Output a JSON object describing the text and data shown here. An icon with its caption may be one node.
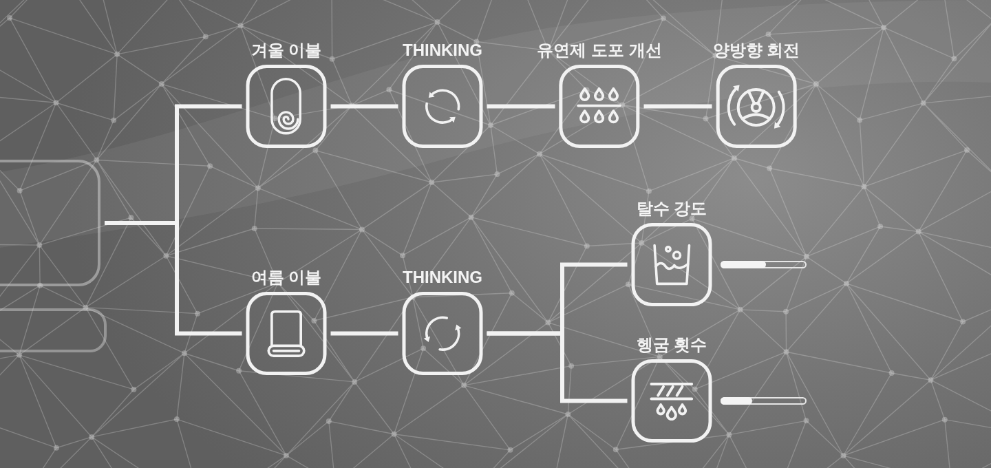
{
  "diagram": {
    "nodes": [
      {
        "text": [],
        "shape": "box"
      },
      {
        "text": [
          "겨울 이불"
        ]
      },
      {
        "text": [
          "THINKING"
        ]
      },
      {
        "text": [
          "유연제 도포 개선"
        ]
      },
      {
        "text": [
          "양방향 회전"
        ]
      },
      {
        "text": [
          "여름 이불"
        ]
      },
      {
        "text": [
          "THINKING"
        ]
      },
      {
        "text": [
          "탈수 강도"
        ]
      },
      {
        "text": [
          "헹굼 횟수"
        ]
      }
    ],
    "edges": [
      {
        "from": 0,
        "to": 1,
        "arrow": "none"
      },
      {
        "from": 0,
        "to": 5,
        "arrow": "none"
      },
      {
        "from": 1,
        "to": 2,
        "arrow": "none"
      },
      {
        "from": 2,
        "to": 3,
        "arrow": "none"
      },
      {
        "from": 3,
        "to": 4,
        "arrow": "none"
      },
      {
        "from": 5,
        "to": 6,
        "arrow": "none"
      },
      {
        "from": 6,
        "to": 7,
        "arrow": "none"
      },
      {
        "from": 6,
        "to": 8,
        "arrow": "none"
      }
    ]
  }
}
